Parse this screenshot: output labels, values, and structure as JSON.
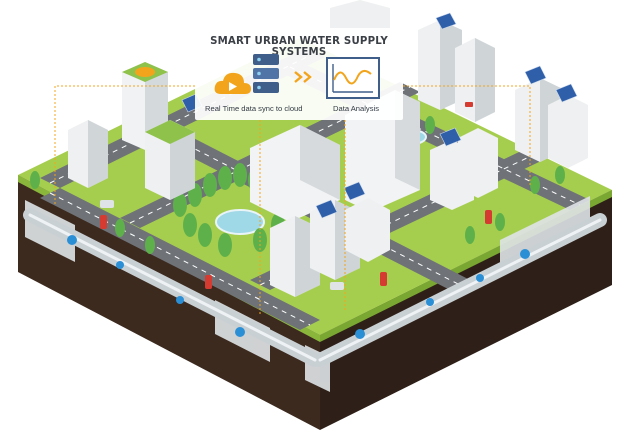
{
  "banner": {
    "title": "SMART URBAN WATER SUPPLY SYSTEMS",
    "sync_label": "Real Time data sync to cloud",
    "analysis_label": "Data Analysis"
  },
  "icons": [
    "cloud-icon",
    "server-icon",
    "play-icon",
    "forward-arrows-icon",
    "chart-icon"
  ],
  "colors": {
    "grass": "#a6ce4e",
    "road": "#6f7378",
    "soil": "#4a3426",
    "pipe": "#c9d0d4",
    "hydrant": "#d63b31",
    "accent": "#f2a51c"
  }
}
